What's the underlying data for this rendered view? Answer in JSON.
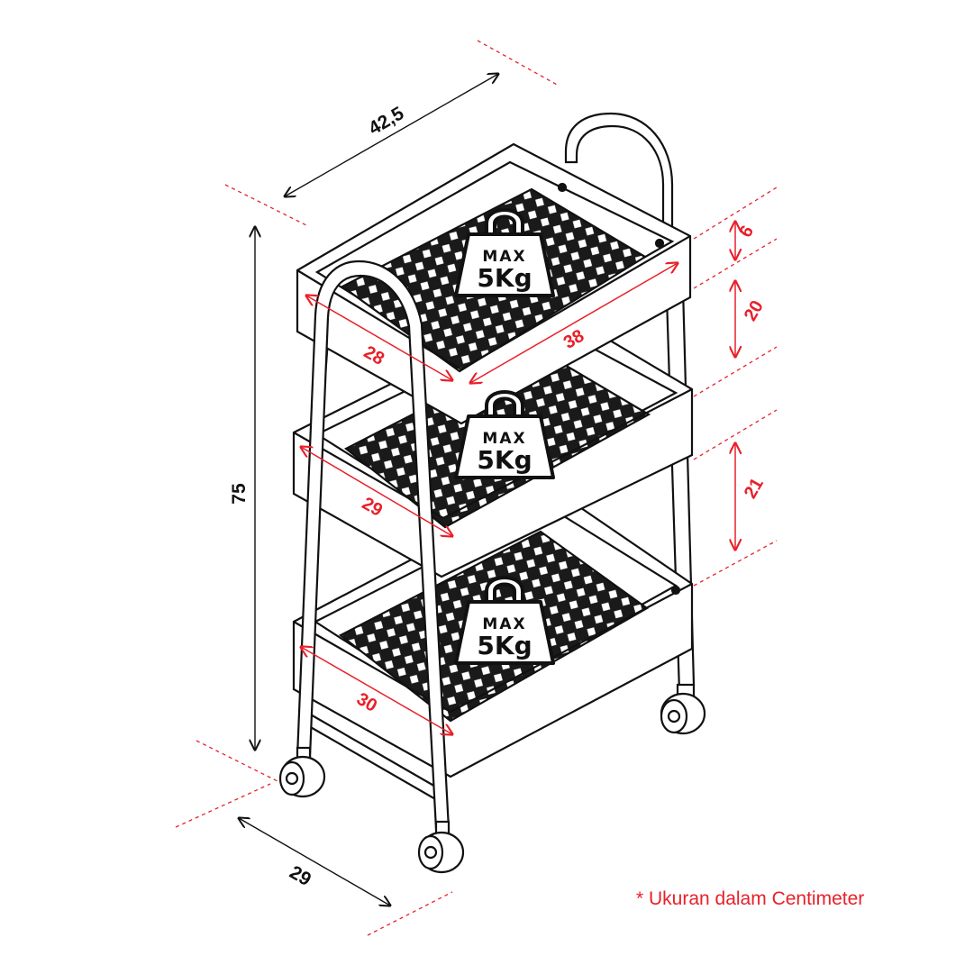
{
  "dimensions": {
    "width": "42,5",
    "height": "75",
    "depth": "29",
    "tier_gap_top": "6",
    "tier_gap_mid": "20",
    "tier_gap_low": "21",
    "top_basket_length": "38",
    "top_basket_width": "28",
    "mid_basket_width": "29",
    "low_basket_width": "30"
  },
  "weight_badges": [
    {
      "line1": "MAX",
      "line2": "5Kg"
    },
    {
      "line1": "MAX",
      "line2": "5Kg"
    },
    {
      "line1": "MAX",
      "line2": "5Kg"
    }
  ],
  "note": "* Ukuran dalam Centimeter",
  "colors": {
    "outline": "#111111",
    "accent": "#e8202a",
    "background": "#ffffff"
  }
}
